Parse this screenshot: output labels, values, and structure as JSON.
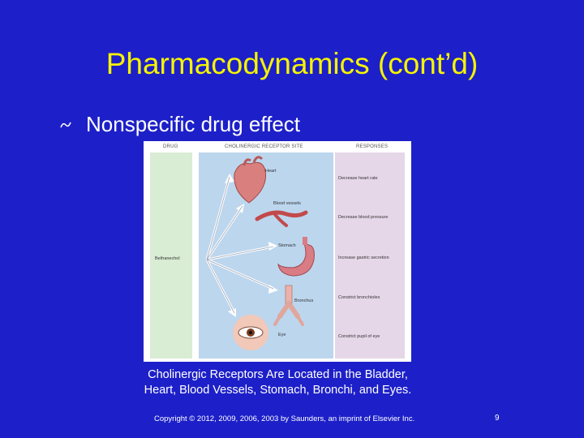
{
  "slide": {
    "title": "Pharmacodynamics (cont’d)",
    "bullet_icon": "z-bullet-icon",
    "bullet_text": "Nonspecific drug effect",
    "caption_line1": "Cholinergic Receptors Are Located in the Bladder,",
    "caption_line2": "Heart, Blood Vessels, Stomach, Bronchi, and Eyes.",
    "copyright": "Copyright © 2012, 2009, 2006, 2003 by Saunders, an imprint of Elsevier Inc.",
    "page_number": "9"
  },
  "figure": {
    "col_drug": "DRUG",
    "col_site": "CHOLINERGIC RECEPTOR SITE",
    "col_responses": "RESPONSES",
    "drug_name": "Bethanechol",
    "colors": {
      "drug_band": "#d9ecd4",
      "site_band": "#bcd6ee",
      "resp_band": "#e6d7e8"
    },
    "sites": [
      {
        "name": "Heart",
        "icon": "heart-icon",
        "response": "Decrease heart rate"
      },
      {
        "name": "Blood vessels",
        "icon": "blood-vessel-icon",
        "response": "Decrease blood pressure"
      },
      {
        "name": "Stomach",
        "icon": "stomach-icon",
        "response": "Increase gastric secretion"
      },
      {
        "name": "Bronchus",
        "icon": "bronchus-icon",
        "response": "Constrict bronchioles"
      },
      {
        "name": "Eye",
        "icon": "eye-icon",
        "response": "Constrict pupil of eye"
      }
    ]
  }
}
